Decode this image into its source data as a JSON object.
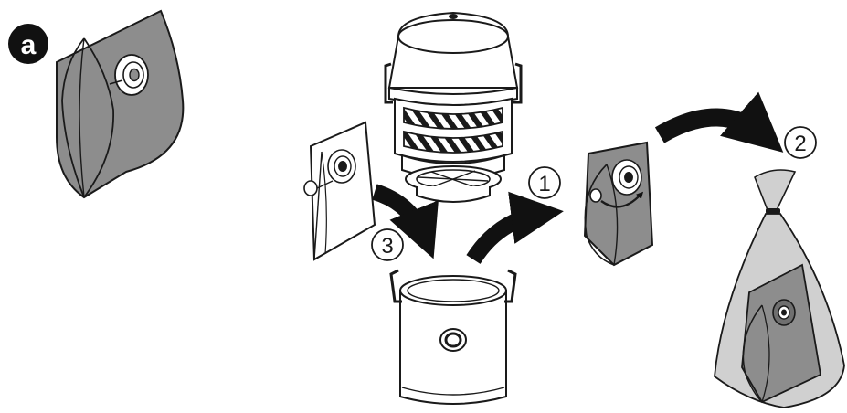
{
  "figure": {
    "panel_label": "a",
    "steps": [
      {
        "id": "step-1",
        "label": "1"
      },
      {
        "id": "step-2",
        "label": "2"
      },
      {
        "id": "step-3",
        "label": "3"
      }
    ]
  },
  "colors": {
    "bag_gray": "#8d8d8d",
    "bag_gray_dark": "#6f6f6f",
    "plastic_bag_gray": "#d0d0d0",
    "outline": "#1a1a1a",
    "arrow": "#111111",
    "badge": "#111111",
    "background": "#ffffff"
  },
  "icons": {
    "panel_badge": "panel-label-badge",
    "dust_bag": "dust-bag-icon",
    "container": "vacuum-container-icon",
    "motor_head": "motor-head-icon",
    "disposal_bag": "disposal-bag-icon",
    "arrow": "curved-arrow-icon"
  }
}
